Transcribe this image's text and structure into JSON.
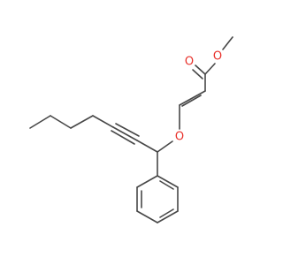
{
  "molecule": {
    "atoms": {
      "ester_carbonyl_oxygen": "O",
      "ester_methoxy_oxygen": "O",
      "ether_oxygen": "O"
    },
    "atom_color": "#e8302a",
    "bond_color": "#474747",
    "background": "#ffffff"
  }
}
